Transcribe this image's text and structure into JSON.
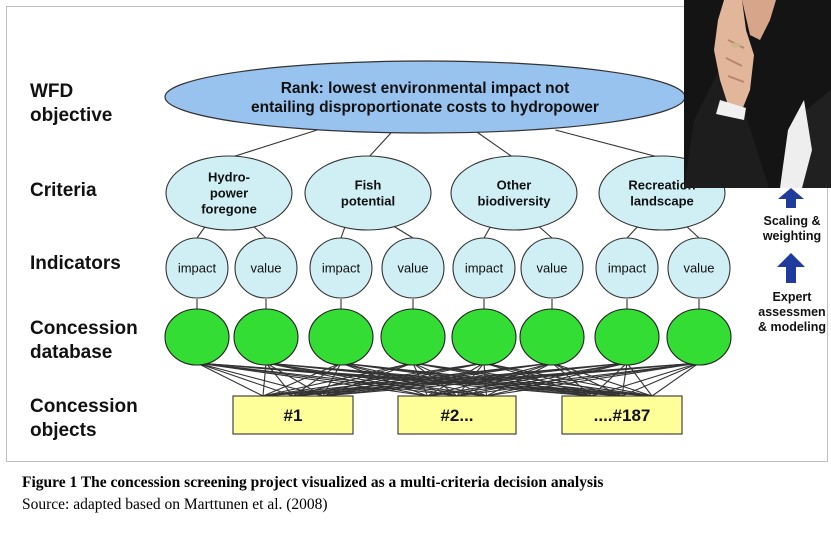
{
  "rows": {
    "objective": "WFD\nobjective",
    "criteria": "Criteria",
    "indicators": "Indicators",
    "database": "Concession\ndatabase",
    "objects": "Concession\nobjects"
  },
  "top_node": [
    "Rank: lowest environmental impact not",
    "entailing disproportionate costs to hydropower"
  ],
  "criteria": [
    [
      "Hydro-",
      "power",
      "foregone"
    ],
    [
      "Fish",
      "potential"
    ],
    [
      "Other",
      "biodiversity"
    ],
    [
      "Recreation",
      "landscape"
    ]
  ],
  "indicators": [
    "impact",
    "value",
    "impact",
    "value",
    "impact",
    "value",
    "impact",
    "value"
  ],
  "objects": [
    "#1",
    "#2...",
    "....#187"
  ],
  "side_notes": {
    "scaling": "Scaling &\nweighting",
    "expert": "Expert\nassessmen\n& modeling"
  },
  "caption": {
    "title": "Figure 1 The concession screening project visualized as a multi-criteria decision analysis",
    "source": "Source: adapted based on Marttunen  et  al.  (2008)"
  },
  "colors": {
    "top_fill": "#99c3ef",
    "criteria_fill": "#cfeff5",
    "indicator_fill": "#cfeff5",
    "database_fill": "#33dd33",
    "object_fill": "#ffff99",
    "arrow": "#1f3b9b"
  }
}
